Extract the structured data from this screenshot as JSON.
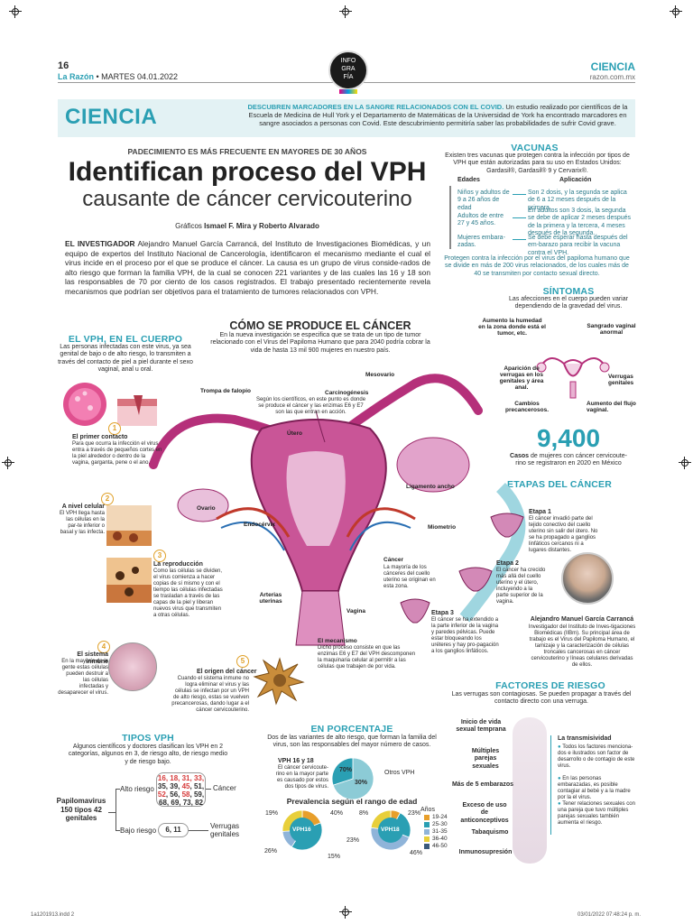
{
  "header": {
    "page_number": "16",
    "brand": "La Razón",
    "date": "MARTES 04.01.2022",
    "section": "CIENCIA",
    "site": "razon.com.mx",
    "badge": [
      "INFO",
      "GRA",
      "FÍA"
    ]
  },
  "banner": {
    "section": "CIENCIA",
    "headline": "DESCUBREN MARCADORES EN LA SANGRE RELACIONADOS CON EL COVID.",
    "text": "Un estudio realizado por científicos de la Escuela de Medicina de Hull York y el Departamento de Matemáticas de la Universidad de York ha encontrado marcadores en sangre asociados a personas con Covid. Este descubrimiento permitiría saber las probabilidades de sufrir Covid grave."
  },
  "article": {
    "kicker": "PADECIMIENTO ES MÁS FRECUENTE EN MAYORES DE 30 AÑOS",
    "title": "Identifican proceso del VPH",
    "subtitle": "causante de cáncer cervicouterino",
    "credits_prefix": "Gráficos ",
    "credits_names": "Ismael F. Mira y Roberto Alvarado",
    "lead_label": "EL INVESTIGADOR",
    "lead_text": " Alejandro Manuel García Carrancá, del Instituto de Investigaciones Biomédicas, y un equipo de expertos del Instituto Nacional de Cancerología, identificaron el mecanismo mediante el cual el virus incide en el proceso por el que se produce el cáncer. La causa es un grupo de virus conside-rados de alto riesgo que forman la familia VPH, de la cual se conocen 221 variantes y de las cuales las 16 y 18 son las responsables de 70 por ciento de los casos registrados. El trabajo presentado recientemente revela mecanismos que podrían ser objetivos para el tratamiento de tumores relacionados con VPH."
  },
  "vacunas": {
    "title": "VACUNAS",
    "intro": "Existen tres vacunas que protegen contra la infección por tipos de VPH que están autorizadas para su uso en Estados Unidos: Gardasil®, Gardasil® 9 y Cervarix®.",
    "col_left": "Edades",
    "col_right": "Aplicación",
    "rows": [
      {
        "age": "Niños y adultos de 9 a 26 años de edad",
        "app": "Son 2 dosis, y la segunda se aplica de 6 a 12 meses después de la primera."
      },
      {
        "age": "Adultos de entre 27 y 45 años.",
        "app": "En adultos son 3 dosis, la segunda se debe de aplicar 2 meses después de la primera y la tercera, 4 meses después de la segunda."
      },
      {
        "age": "Mujeres embara-zadas.",
        "app": "Se debe esperar hasta después del em-barazo para recibir la vacuna contra el VPH."
      }
    ],
    "note": "Protegen contra la infección por el virus del papiloma humano que se divide en más de 200 virus relacionados, de los cuales más de 40 se transmiten por contacto sexual directo."
  },
  "sintomas": {
    "title": "SÍNTOMAS",
    "intro": "Las afecciones en el cuerpo pueden variar dependiendo de la gravedad del virus.",
    "labels": [
      "Aumento la humedad en la zona donde está el tumor, etc.",
      "Sangrado vaginal anormal",
      "Aparición de verrugas en los genitales y área anal.",
      "Verrugas genitales",
      "Cambios precancerosos.",
      "Aumento del flujo vaginal."
    ]
  },
  "stat": {
    "value": "9,400",
    "label": "Casos",
    "text": " de mujeres con cáncer cervicoute-rino se registraron en 2020 en México"
  },
  "como": {
    "title": "CÓMO SE PRODUCE EL CÁNCER",
    "intro": "En la nueva investigación se especifica que se trata de un tipo de tumor relacionado con el Virus del Papiloma Humano que para 2040 podría cobrar la vida de hasta 13 mil 900 mujeres en nuestro país.",
    "labels": {
      "trompa": "Trompa de falopio",
      "mesovario": "Mesovario",
      "carcino_t": "Carcinogénesis",
      "carcino_d": "Según los científicos, en este punto es donde se produce el cáncer y las enzimas E6 y E7 son las que entran en acción.",
      "utero": "Útero",
      "ligamento": "Ligamento ancho",
      "ovario": "Ovario",
      "endocervix": "Endocérvix",
      "miometrio": "Miometrio",
      "cancer_t": "Cáncer",
      "cancer_d": "La mayoría de los cánceres del cuello uterino se originan en esta zona.",
      "arterias": "Arterias uterinas",
      "vagina": "Vagina",
      "mecanismo_t": "El mecanismo",
      "mecanismo_d": "Dicho proceso consiste en que las enzimas E6 y E7 del VPH descomponen la maquinaria celular al permitir a las células que trabajen de por vida."
    }
  },
  "cuerpo": {
    "title": "EL VPH, EN EL CUERPO",
    "intro": "Las personas infectadas con este virus, ya sea genital de bajo o de alto riesgo, lo transmiten a través del contacto de piel a piel durante el sexo vaginal, anal u oral.",
    "steps": [
      {
        "n": "1",
        "t": "El primer contacto",
        "d": "Para que ocurra la infección el virus entra a través de pequeños cortes en la piel alrededor o dentro de la vagina, garganta, pene o el ano."
      },
      {
        "n": "2",
        "t": "A nivel celular",
        "d": "El VPH llega hasta las células en la par-te inferior o basal y las infecta."
      },
      {
        "n": "3",
        "t": "La reproducción",
        "d": "Como las células se dividen, el virus comienza a hacer copias de sí mismo y con el tiempo las células infectadas se trasladan a través de las capas de la piel y liberan nuevos virus que transmiten a otras células."
      },
      {
        "n": "4",
        "t": "El sistema inmune",
        "d": "En la mayoría de la gente estas células pueden destruir a las células infectadas y desaparecer el virus."
      },
      {
        "n": "5",
        "t": "El origen del cáncer",
        "d": "Cuando el sistema inmune no logra eliminar el virus y las células se infectan por un VPH de alto riesgo, estas se vuelven precancerosas, dando lugar a el cáncer cervicouterino."
      }
    ]
  },
  "etapas": {
    "title": "ETAPAS DEL CÁNCER",
    "items": [
      {
        "t": "Etapa 1",
        "d": "El cáncer invadió parte del tejido conectivo del cuello uterino sin salir del útero. No se ha propagado a ganglios linfáticos cercanos ni a lugares distantes."
      },
      {
        "t": "Etapa 2",
        "d": "El cáncer ha crecido más allá del cuello uterino y el útero, incluyendo a la parte superior de la vagina."
      },
      {
        "t": "Etapa 3",
        "d": "El cáncer se ha extendido a la parte inferior de la vagina y paredes pélvicas. Puede estar bloqueando los uréteres y hay pro-pagación a los ganglios linfáticos."
      }
    ],
    "person_name": "Alejandro Manuel García Carrancá",
    "person_desc": "Investigador del Instituto de Inves-tigaciones Biomédicas (IIBm). Su principal área de trabajo es el Virus del Papiloma Humano, el tamizaje y la caracterización de células troncales cancerosas en cáncer cervicouterino y líneas celulares derivadas de ellos."
  },
  "tipos": {
    "title": "TIPOS VPH",
    "intro": "Algunos científicos y doctores clasifican los VPH en 2 categorías, algunos en 3, de riesgo alto, de riesgo medio y de riesgo bajo.",
    "root": "Papilomavirus 150 tipos 42 genitales",
    "high_label": "Alto riesgo",
    "high_red_1": "16, 18, 31, 33,",
    "high_2a": "35, 39, ",
    "high_2b": "45",
    "high_2c": ", 51,",
    "high_3a": "52",
    "high_3b": ", 56, ",
    "high_3c": "58",
    "high_3d": ", 59,",
    "high_4": "68, 69, 73, 82",
    "high_result": "Cáncer",
    "low_label": "Bajo riesgo",
    "low_values": "6, 11",
    "low_result": "Verrugas genitales"
  },
  "porcentaje": {
    "title": "EN PORCENTAJE",
    "intro": "Dos de las variantes de alto riesgo, que forman la familia del virus, son las responsables del mayor número de casos.",
    "pie_title": "VPH 16 y 18",
    "pie_desc": "El cáncer cervicoute-rino en la mayor parte es causado por estos dos tipos de virus.",
    "otros": "Otros VPH",
    "edad_title": "Prevalencia según el rango de edad",
    "legend_title": "Años",
    "legend": [
      "19-24",
      "25-30",
      "31-35",
      "36-40",
      "46-50"
    ]
  },
  "chart_data": [
    {
      "type": "pie",
      "title": "VPH 16 y 18",
      "labels": [
        "VPH 16 y 18",
        "Otros VPH"
      ],
      "values": [
        70,
        30
      ]
    },
    {
      "type": "pie",
      "title": "VPH16",
      "labels": [
        "19-24",
        "25-30",
        "31-35",
        "36-40",
        "46-50"
      ],
      "values": [
        19,
        40,
        15,
        26,
        0
      ],
      "value_labels": [
        "19%",
        "40%",
        "15%",
        "26%"
      ]
    },
    {
      "type": "pie",
      "title": "VPH18",
      "labels": [
        "19-24",
        "25-30",
        "31-35",
        "36-40",
        "46-50"
      ],
      "values": [
        8,
        23,
        46,
        23,
        0
      ],
      "value_labels": [
        "8%",
        "23%",
        "46%",
        "23%"
      ]
    }
  ],
  "factores": {
    "title": "FACTORES DE RIESGO",
    "intro": "Las verrugas son contagiosas. Se pueden propagar a través del contacto directo con una verruga.",
    "items": [
      "Inicio de vida sexual temprana",
      "Múltiples parejas sexuales",
      "Más de 5 embarazos",
      "Exceso de uso de anticonceptivos",
      "Tabaquismo",
      "Inmunosupresión"
    ],
    "side_title": "La transmisividad",
    "side_points": [
      "Todos los factores menciona-dos e ilustrados son factor de desarrollo o de contagio de este virus.",
      "En las personas embarazadas, es posible contagiar al bebé y a la madre por la el virus.",
      "Tener relaciones sexuales con una pareja que tuvo múltiples parejas sexuales también aumenta el riesgo."
    ]
  },
  "colors": {
    "teal": "#2a9fb3",
    "pink": "#b5307a",
    "vph16": "#2a9fb3",
    "orange": "#e0a12a"
  },
  "footer": {
    "left": "1a1201913.indd   2",
    "right": "03/01/2022   07:48:24 p. m."
  }
}
